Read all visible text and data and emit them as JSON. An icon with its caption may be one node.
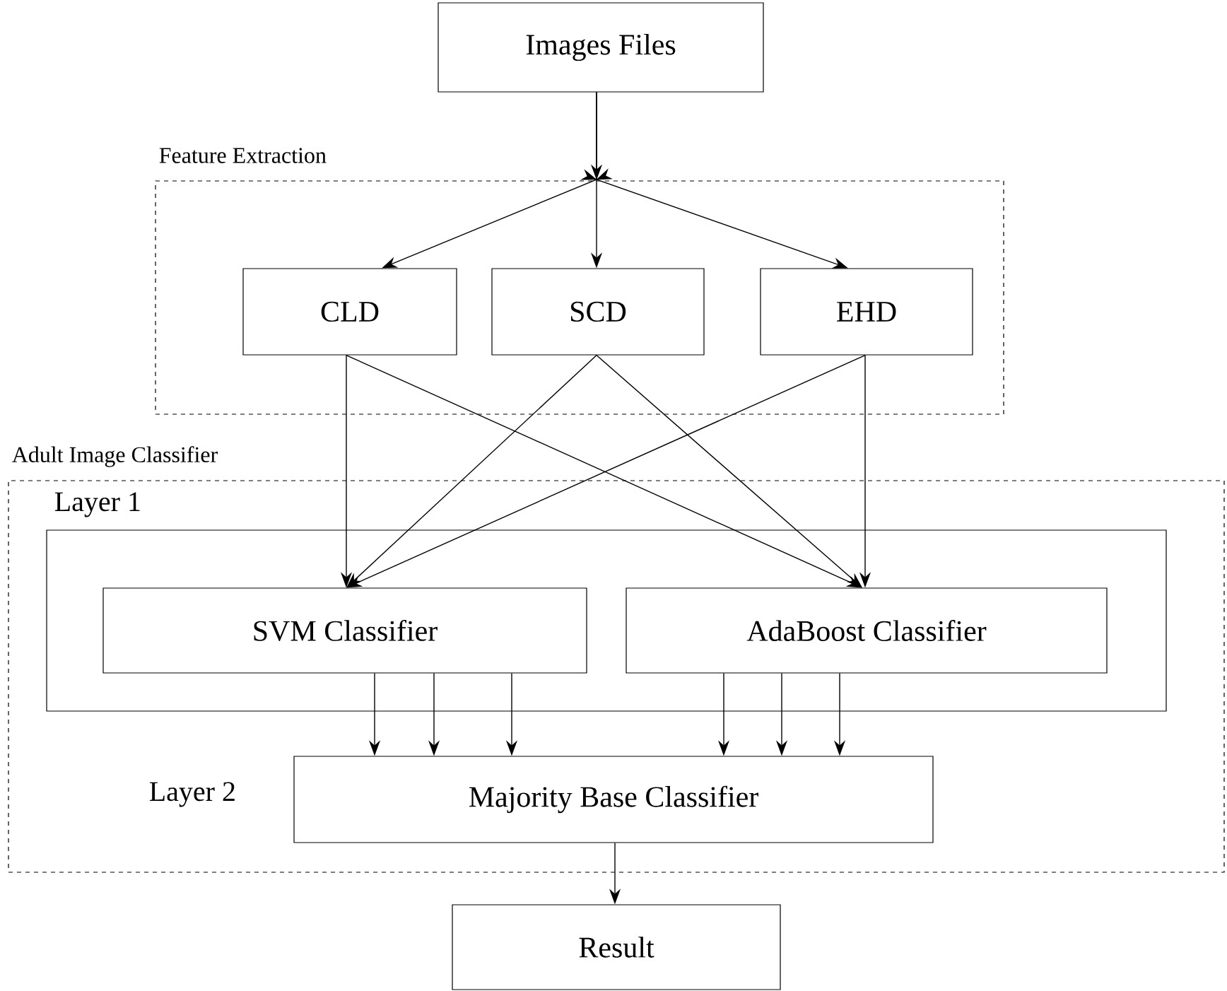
{
  "diagram": {
    "nodes": [
      {
        "text": [
          "Images Files"
        ]
      },
      {
        "text": [
          "Feature Extraction"
        ]
      },
      {
        "text": [
          "CLD"
        ],
        "in": 1
      },
      {
        "text": [
          "SCD"
        ],
        "in": 1
      },
      {
        "text": [
          "EHD"
        ],
        "in": 1
      },
      {
        "text": [
          "Adult Image Classifier"
        ]
      },
      {
        "text": [
          "Layer 1"
        ],
        "in": 5
      },
      {
        "text": [
          "SVM Classifier"
        ],
        "in": 6
      },
      {
        "text": [
          "AdaBoost Classifier"
        ],
        "in": 6
      },
      {
        "text": [
          "Majority Base Classifier"
        ],
        "in": 5
      },
      {
        "text": [
          "Result"
        ]
      }
    ],
    "edges": [
      {
        "from": 0,
        "to": 2,
        "arrow": "to"
      },
      {
        "from": 0,
        "to": 3,
        "arrow": "to"
      },
      {
        "from": 0,
        "to": 4,
        "arrow": "to"
      },
      {
        "from": 2,
        "to": 7,
        "arrow": "to"
      },
      {
        "from": 2,
        "to": 8,
        "arrow": "to"
      },
      {
        "from": 3,
        "to": 7,
        "arrow": "to"
      },
      {
        "from": 3,
        "to": 8,
        "arrow": "to"
      },
      {
        "from": 4,
        "to": 7,
        "arrow": "to"
      },
      {
        "from": 4,
        "to": 8,
        "arrow": "to"
      },
      {
        "from": 7,
        "to": 9,
        "arrow": "to"
      },
      {
        "from": 7,
        "to": 9,
        "arrow": "to"
      },
      {
        "from": 7,
        "to": 9,
        "arrow": "to"
      },
      {
        "from": 8,
        "to": 9,
        "arrow": "to"
      },
      {
        "from": 8,
        "to": 9,
        "arrow": "to"
      },
      {
        "from": 8,
        "to": 9,
        "arrow": "to"
      },
      {
        "from": 9,
        "to": 10,
        "arrow": "to"
      }
    ],
    "labels": [
      "Layer 2"
    ]
  }
}
